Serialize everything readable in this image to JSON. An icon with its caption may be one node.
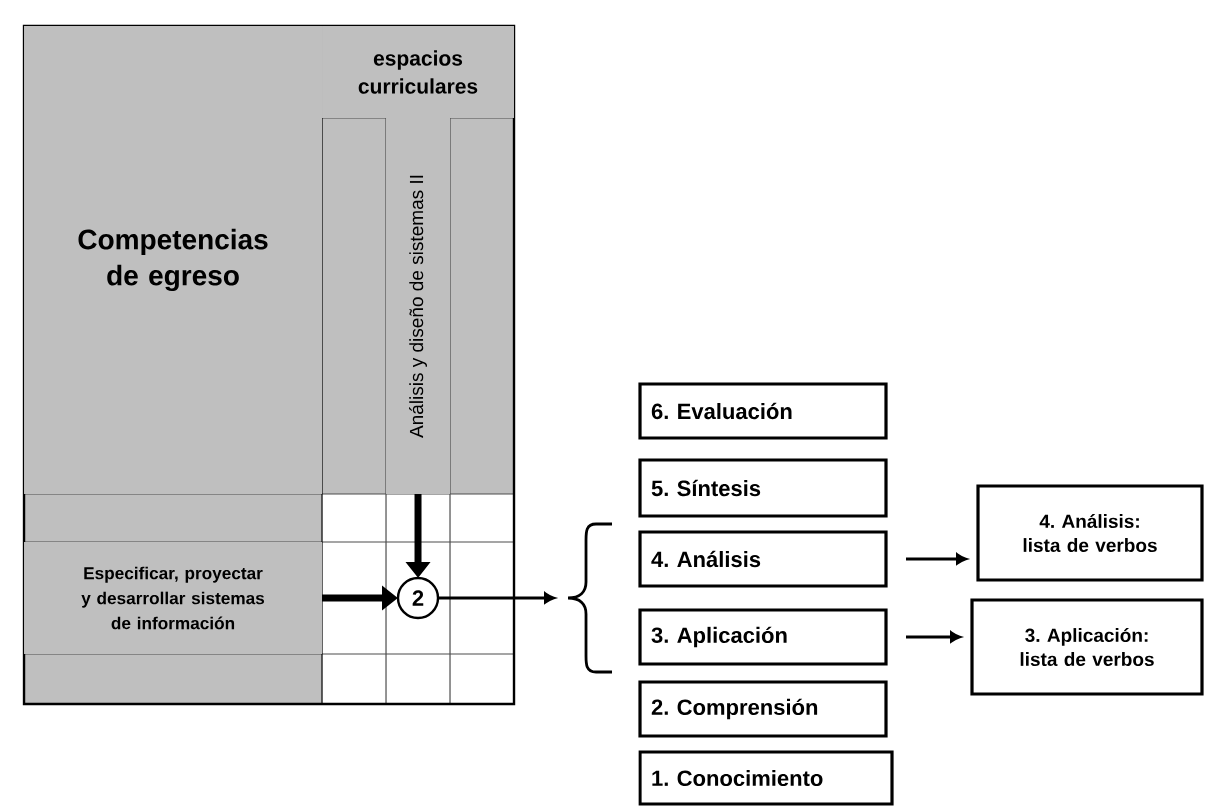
{
  "diagram": {
    "nodes": [
      {
        "text": [
          "Competencias de egreso"
        ]
      },
      {
        "text": [
          "espacios curriculares"
        ]
      },
      {
        "text": [
          "Análisis y diseño de sistemas II"
        ]
      },
      {
        "text": [
          "Especificar, proyectar y desarrollar sistemas de información"
        ]
      },
      {
        "text": [
          "2"
        ]
      },
      {
        "text": [
          "6. Evaluación"
        ]
      },
      {
        "text": [
          "5. Síntesis"
        ]
      },
      {
        "text": [
          "4. Análisis"
        ]
      },
      {
        "text": [
          "3. Aplicación"
        ]
      },
      {
        "text": [
          "2. Comprensión"
        ]
      },
      {
        "text": [
          "1. Conocimiento"
        ]
      },
      {
        "text": [
          "4. Análisis: lista de verbos"
        ]
      },
      {
        "text": [
          "3. Aplicación: lista de verbos"
        ]
      },
      {
        "text": [],
        "shape": "brace"
      }
    ],
    "edges": [
      {
        "from": 2,
        "to": 4,
        "arrow": "to",
        "style": "thick"
      },
      {
        "from": 3,
        "to": 4,
        "arrow": "to",
        "style": "thick"
      },
      {
        "from": 4,
        "to": 13,
        "arrow": "to"
      },
      {
        "from": 7,
        "to": 11,
        "arrow": "to"
      },
      {
        "from": 8,
        "to": 12,
        "arrow": "to"
      }
    ]
  }
}
